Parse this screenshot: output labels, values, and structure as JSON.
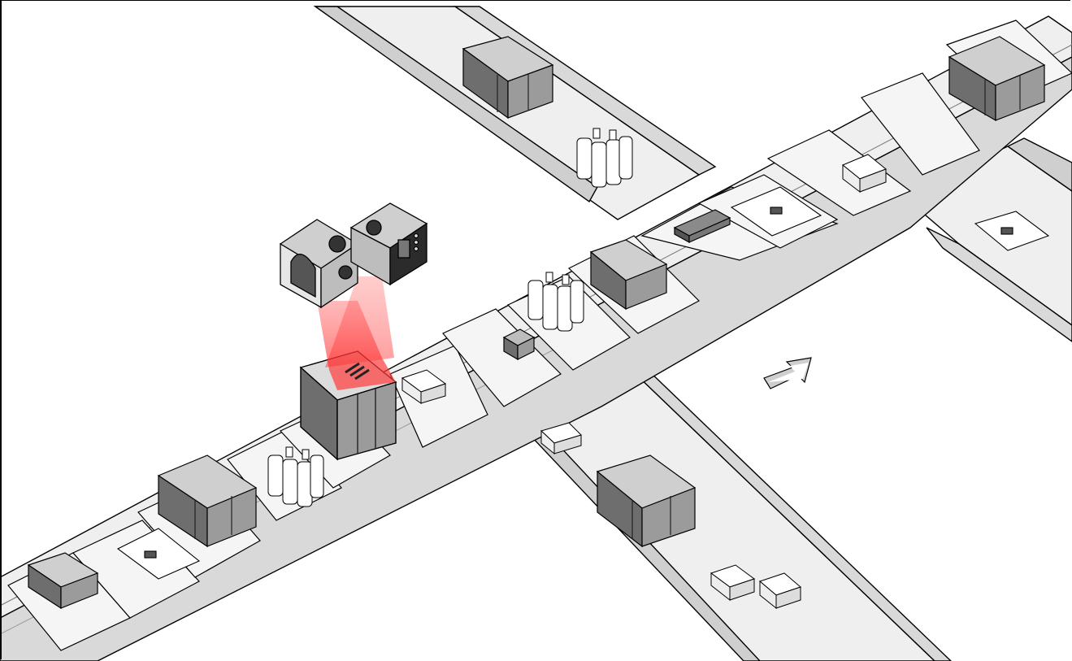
{
  "scene": {
    "kind": "isometric-conveyor-sortation",
    "colors": {
      "background": "#ffffff",
      "belt_surface": "#efefef",
      "belt_side": "#d9d9d9",
      "belt_shadow": "#bdbdbd",
      "outline": "#000000",
      "box_front": "#6e6e6e",
      "box_side": "#9b9b9b",
      "box_top": "#cfcfcf",
      "camera_body": "#d4d4d4",
      "camera_face": "#333333",
      "laser": "#ff4d4d"
    },
    "items": {
      "large_boxes": 5,
      "bottle_packs": 3,
      "small_parcels": 6,
      "flat_envelopes": 3
    },
    "flow_direction": "upper-right",
    "scanner": {
      "count": 2,
      "state": "scanning"
    }
  }
}
